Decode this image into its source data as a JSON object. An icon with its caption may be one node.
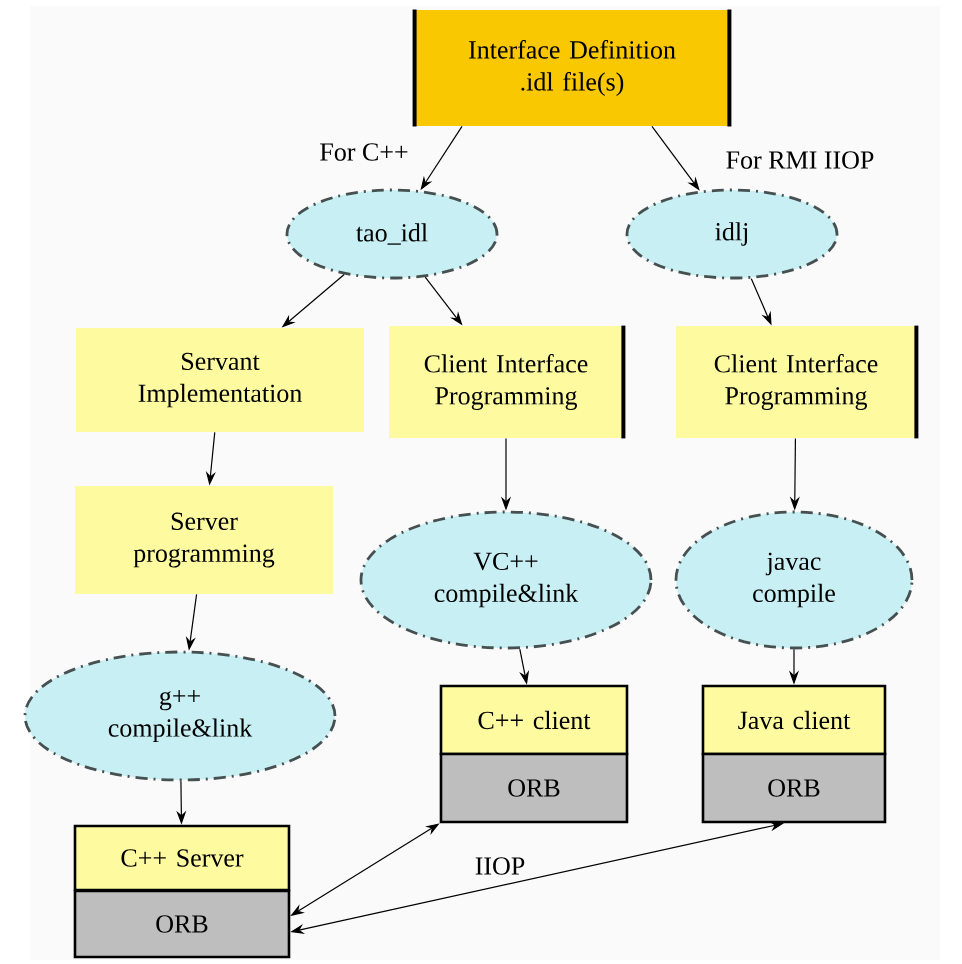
{
  "diagram": {
    "nodes": [
      {
        "text": [
          "Interface Definition .idl file(s)"
        ]
      },
      {
        "text": [
          "tao_idl"
        ]
      },
      {
        "text": [
          "idlj"
        ]
      },
      {
        "text": [
          "Servant Implementation"
        ]
      },
      {
        "text": [
          "Client Interface Programming"
        ]
      },
      {
        "text": [
          "Client Interface Programming"
        ]
      },
      {
        "text": [
          "Server programming"
        ]
      },
      {
        "text": [
          "VC++ compile&link"
        ]
      },
      {
        "text": [
          "javac compile"
        ]
      },
      {
        "text": [
          "g++ compile&link"
        ]
      },
      {
        "text": [
          "C++ client"
        ]
      },
      {
        "text": [
          "ORB"
        ]
      },
      {
        "text": [
          "Java client"
        ]
      },
      {
        "text": [
          "ORB"
        ]
      },
      {
        "text": [
          "C++ Server"
        ]
      },
      {
        "text": [
          "ORB"
        ]
      }
    ],
    "edges": [
      {
        "from": 0,
        "to": 1,
        "arrow": "to",
        "label": "For C++"
      },
      {
        "from": 0,
        "to": 2,
        "arrow": "to",
        "label": "For RMI IIOP"
      },
      {
        "from": 1,
        "to": 3,
        "arrow": "to"
      },
      {
        "from": 1,
        "to": 4,
        "arrow": "to"
      },
      {
        "from": 2,
        "to": 5,
        "arrow": "to"
      },
      {
        "from": 3,
        "to": 6,
        "arrow": "to"
      },
      {
        "from": 4,
        "to": 7,
        "arrow": "to"
      },
      {
        "from": 5,
        "to": 8,
        "arrow": "to"
      },
      {
        "from": 6,
        "to": 9,
        "arrow": "to"
      },
      {
        "from": 7,
        "to": 10,
        "arrow": "to"
      },
      {
        "from": 8,
        "to": 12,
        "arrow": "to"
      },
      {
        "from": 9,
        "to": 14,
        "arrow": "to"
      },
      {
        "from": 15,
        "to": 11,
        "arrow": "both"
      },
      {
        "from": 15,
        "to": 13,
        "arrow": "both"
      }
    ],
    "labels": [
      "IIOP"
    ]
  }
}
